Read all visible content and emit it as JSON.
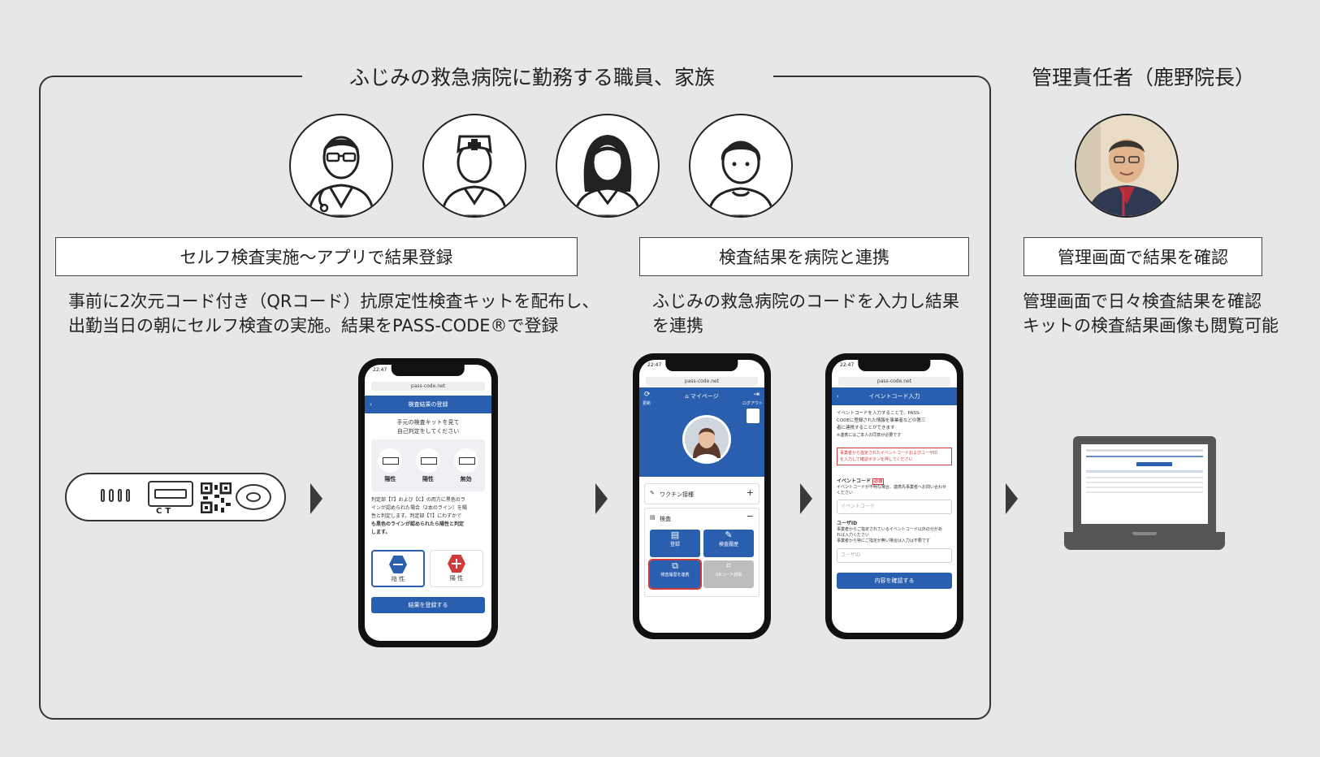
{
  "colors": {
    "background": "#e7e7e7",
    "accent": "#2a5fb0",
    "alert": "#d23a3a"
  },
  "titles": {
    "staff": "ふじみの救急病院に勤務する職員、家族",
    "manager": "管理責任者（鹿野院長）"
  },
  "steps": [
    {
      "label": "セルフ検査実施〜アプリで結果登録",
      "desc": [
        "事前に2次元コード付き（QRコード）抗原定性検査キットを配布し、",
        "出勤当日の朝にセルフ検査の実施。結果をPASS-CODE®で登録"
      ]
    },
    {
      "label": "検査結果を病院と連携",
      "desc": [
        "ふじみの救急病院のコードを入力し結果",
        "を連携"
      ]
    },
    {
      "label": "管理画面で結果を確認",
      "desc": [
        "管理画面で日々検査結果を確認",
        "キットの検査結果画像も閲覧可能"
      ]
    }
  ],
  "avatars": [
    "doctor-icon",
    "nurse-icon",
    "woman-icon",
    "child-icon"
  ],
  "test_kit": {
    "marks": "CT"
  },
  "phone1": {
    "time": "22:47",
    "url": "pass-code.net",
    "header": "検査結果の登録",
    "instruction": [
      "手元の検査キットを見て",
      "自己判定をしてください"
    ],
    "options": [
      "陽性",
      "陽性",
      "無効"
    ],
    "body": [
      "判定部【T】および【C】の両方に黒色のラ",
      "インが認められた場合（2本のライン）を陽",
      "性と判定します。判定部【T】にわずかで",
      "も黒色のラインが認められたら陽性と判定",
      "します。"
    ],
    "negative": "陰 性",
    "positive": "陽 性",
    "submit": "結果を登録する"
  },
  "phone2": {
    "time": "22:47",
    "url": "pass-code.net",
    "header": "マイページ",
    "logout": "ログアウト",
    "refresh": "更新",
    "vaccine": "ワクチン接種",
    "test": "検査",
    "tiles": [
      "登録",
      "検査履歴",
      "検査履歴を連携",
      "QRコード読取"
    ]
  },
  "phone3": {
    "time": "22:47",
    "url": "pass-code.net",
    "header": "イベントコード入力",
    "intro": [
      "イベントコードを入力することで、PASS-",
      "CODEに登録された情報を事業者などの第三",
      "者に連携することができます"
    ],
    "note": "※連携にはご本人の同意が必要です",
    "warning": [
      "事業者から指定されたイベントコードおよびユーザID",
      "を入力して確認ボタンを押してください"
    ],
    "code_label": "イベントコード",
    "required": "必須",
    "code_help": [
      "イベントコードが不明な場合、連携先事業者へお問い合わせ",
      "ください"
    ],
    "code_placeholder": "イベントコード",
    "user_label": "ユーザID",
    "user_help": [
      "事業者からご指定されているイベントコード以外の分があ",
      "れば入力ください",
      "事業者から特にご指定が無い場合は入力は不要です"
    ],
    "user_placeholder": "ユーザID",
    "confirm": "内容を確認する"
  }
}
